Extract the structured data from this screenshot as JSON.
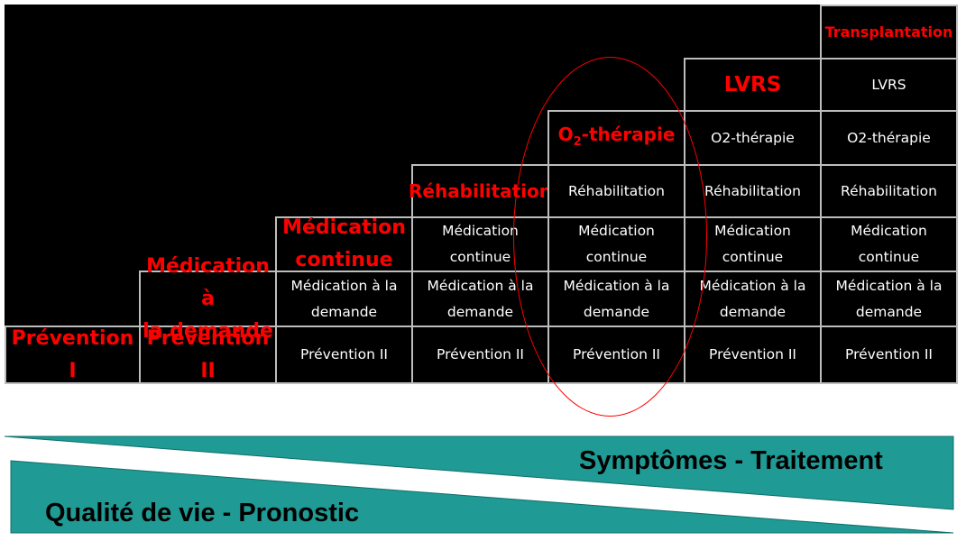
{
  "columns": [
    {
      "top_label": "Prévention I",
      "cells": []
    },
    {
      "top_label": "Médication à la demande",
      "cells": [
        "Prévention II"
      ]
    },
    {
      "top_label": "Médication continue",
      "cells": [
        "Médication à la demande",
        "Prévention II"
      ]
    },
    {
      "top_label": "Réhabilitation",
      "cells": [
        "Médication continue",
        "Médication à la demande",
        "Prévention II"
      ]
    },
    {
      "top_label": "O2-thérapie",
      "cells": [
        "Réhabilitation",
        "Médication continue",
        "Médication à la demande",
        "Prévention II"
      ]
    },
    {
      "top_label": "LVRS",
      "cells": [
        "O2-thérapie",
        "Réhabilitation",
        "Médication continue",
        "Médication à la demande",
        "Prévention II"
      ]
    },
    {
      "top_label": "Transplantation",
      "cells": [
        "LVRS",
        "O2-thérapie",
        "Réhabilitation",
        "Médication continue",
        "Médication à la demande",
        "Prévention II"
      ]
    }
  ],
  "labels": {
    "col1_line1": "Médication à",
    "col1_line2": "la demande",
    "col2_line1": "Médication",
    "col2_line2": "continue",
    "o2_prefix": "O",
    "o2_subscript": "2",
    "o2_suffix": "-thérapie",
    "mac_line1": "Médication à la",
    "mac_line2": "demande",
    "mc_line1": "Médication",
    "mc_line2": "continue"
  },
  "banner": {
    "upper_text": "Symptômes - Traitement",
    "lower_text": "Qualité de vie - Pronostic",
    "wedge_color": "#1f9a94"
  },
  "colors": {
    "accent_red": "#ff0000",
    "background": "#000000"
  }
}
